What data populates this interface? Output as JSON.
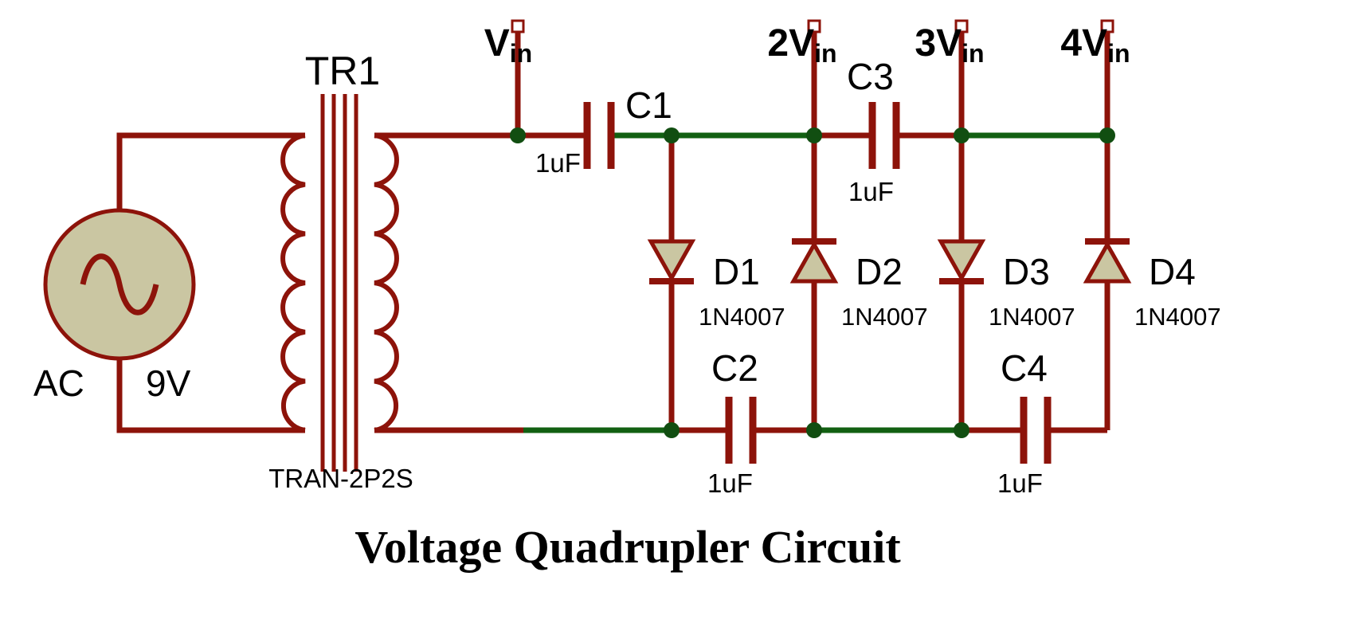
{
  "title": "Voltage Quadrupler Circuit",
  "colors": {
    "wire_red": "#8D130A",
    "wire_green": "#126012",
    "node_green": "#114E11",
    "component_fill": "#CAC6A2",
    "text_black": "#000000"
  },
  "source": {
    "name": "AC",
    "value": "9V"
  },
  "transformer": {
    "ref": "TR1",
    "model": "TRAN-2P2S"
  },
  "taps": [
    {
      "main": "V",
      "sub": "in"
    },
    {
      "main": "2V",
      "sub": "in"
    },
    {
      "main": "3V",
      "sub": "in"
    },
    {
      "main": "4V",
      "sub": "in"
    }
  ],
  "capacitors": [
    {
      "ref": "C1",
      "value": "1uF"
    },
    {
      "ref": "C2",
      "value": "1uF"
    },
    {
      "ref": "C3",
      "value": "1uF"
    },
    {
      "ref": "C4",
      "value": "1uF"
    }
  ],
  "diodes": [
    {
      "ref": "D1",
      "model": "1N4007"
    },
    {
      "ref": "D2",
      "model": "1N4007"
    },
    {
      "ref": "D3",
      "model": "1N4007"
    },
    {
      "ref": "D4",
      "model": "1N4007"
    }
  ]
}
